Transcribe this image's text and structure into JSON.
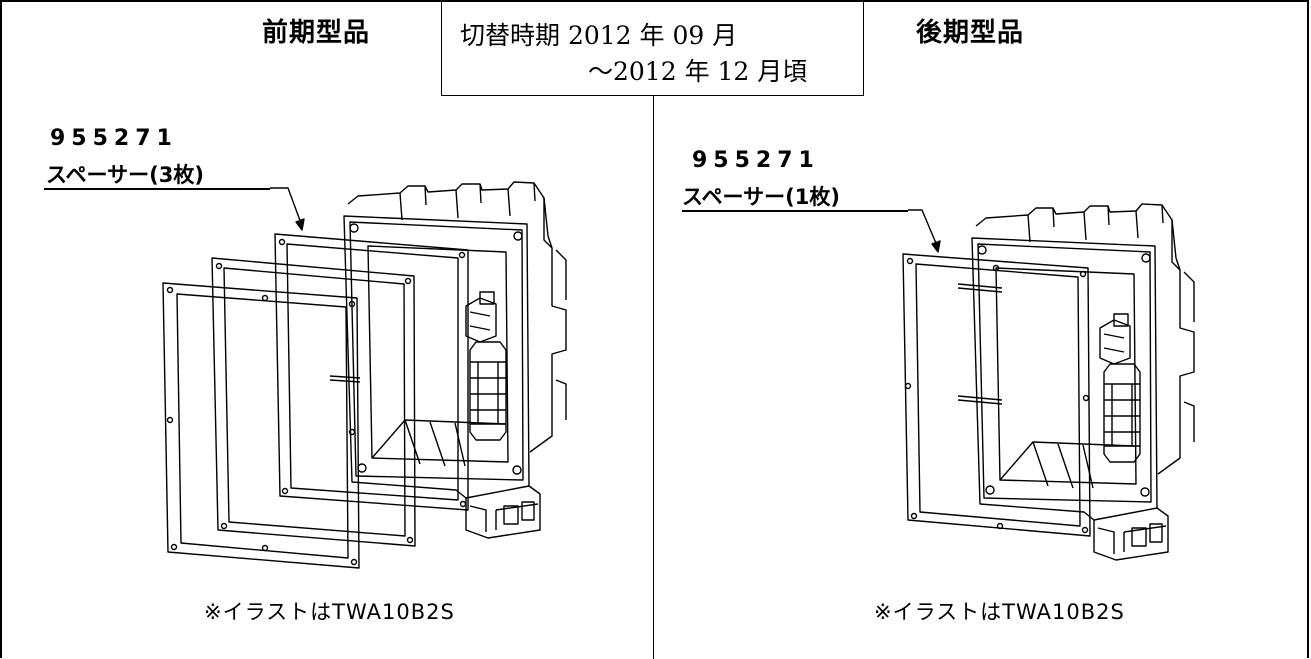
{
  "headers": {
    "early": "前期型品",
    "late": "後期型品"
  },
  "switch_period": {
    "line1": "切替時期 2012 年 09 月",
    "line2": "～2012 年 12 月頃"
  },
  "left_panel": {
    "part_number": "955271",
    "part_name": "スペーサー(3枚)",
    "note": "※イラストはTWA10B2S"
  },
  "right_panel": {
    "part_number": "955271",
    "part_name": "スペーサー(1枚)",
    "note": "※イラストはTWA10B2S"
  }
}
